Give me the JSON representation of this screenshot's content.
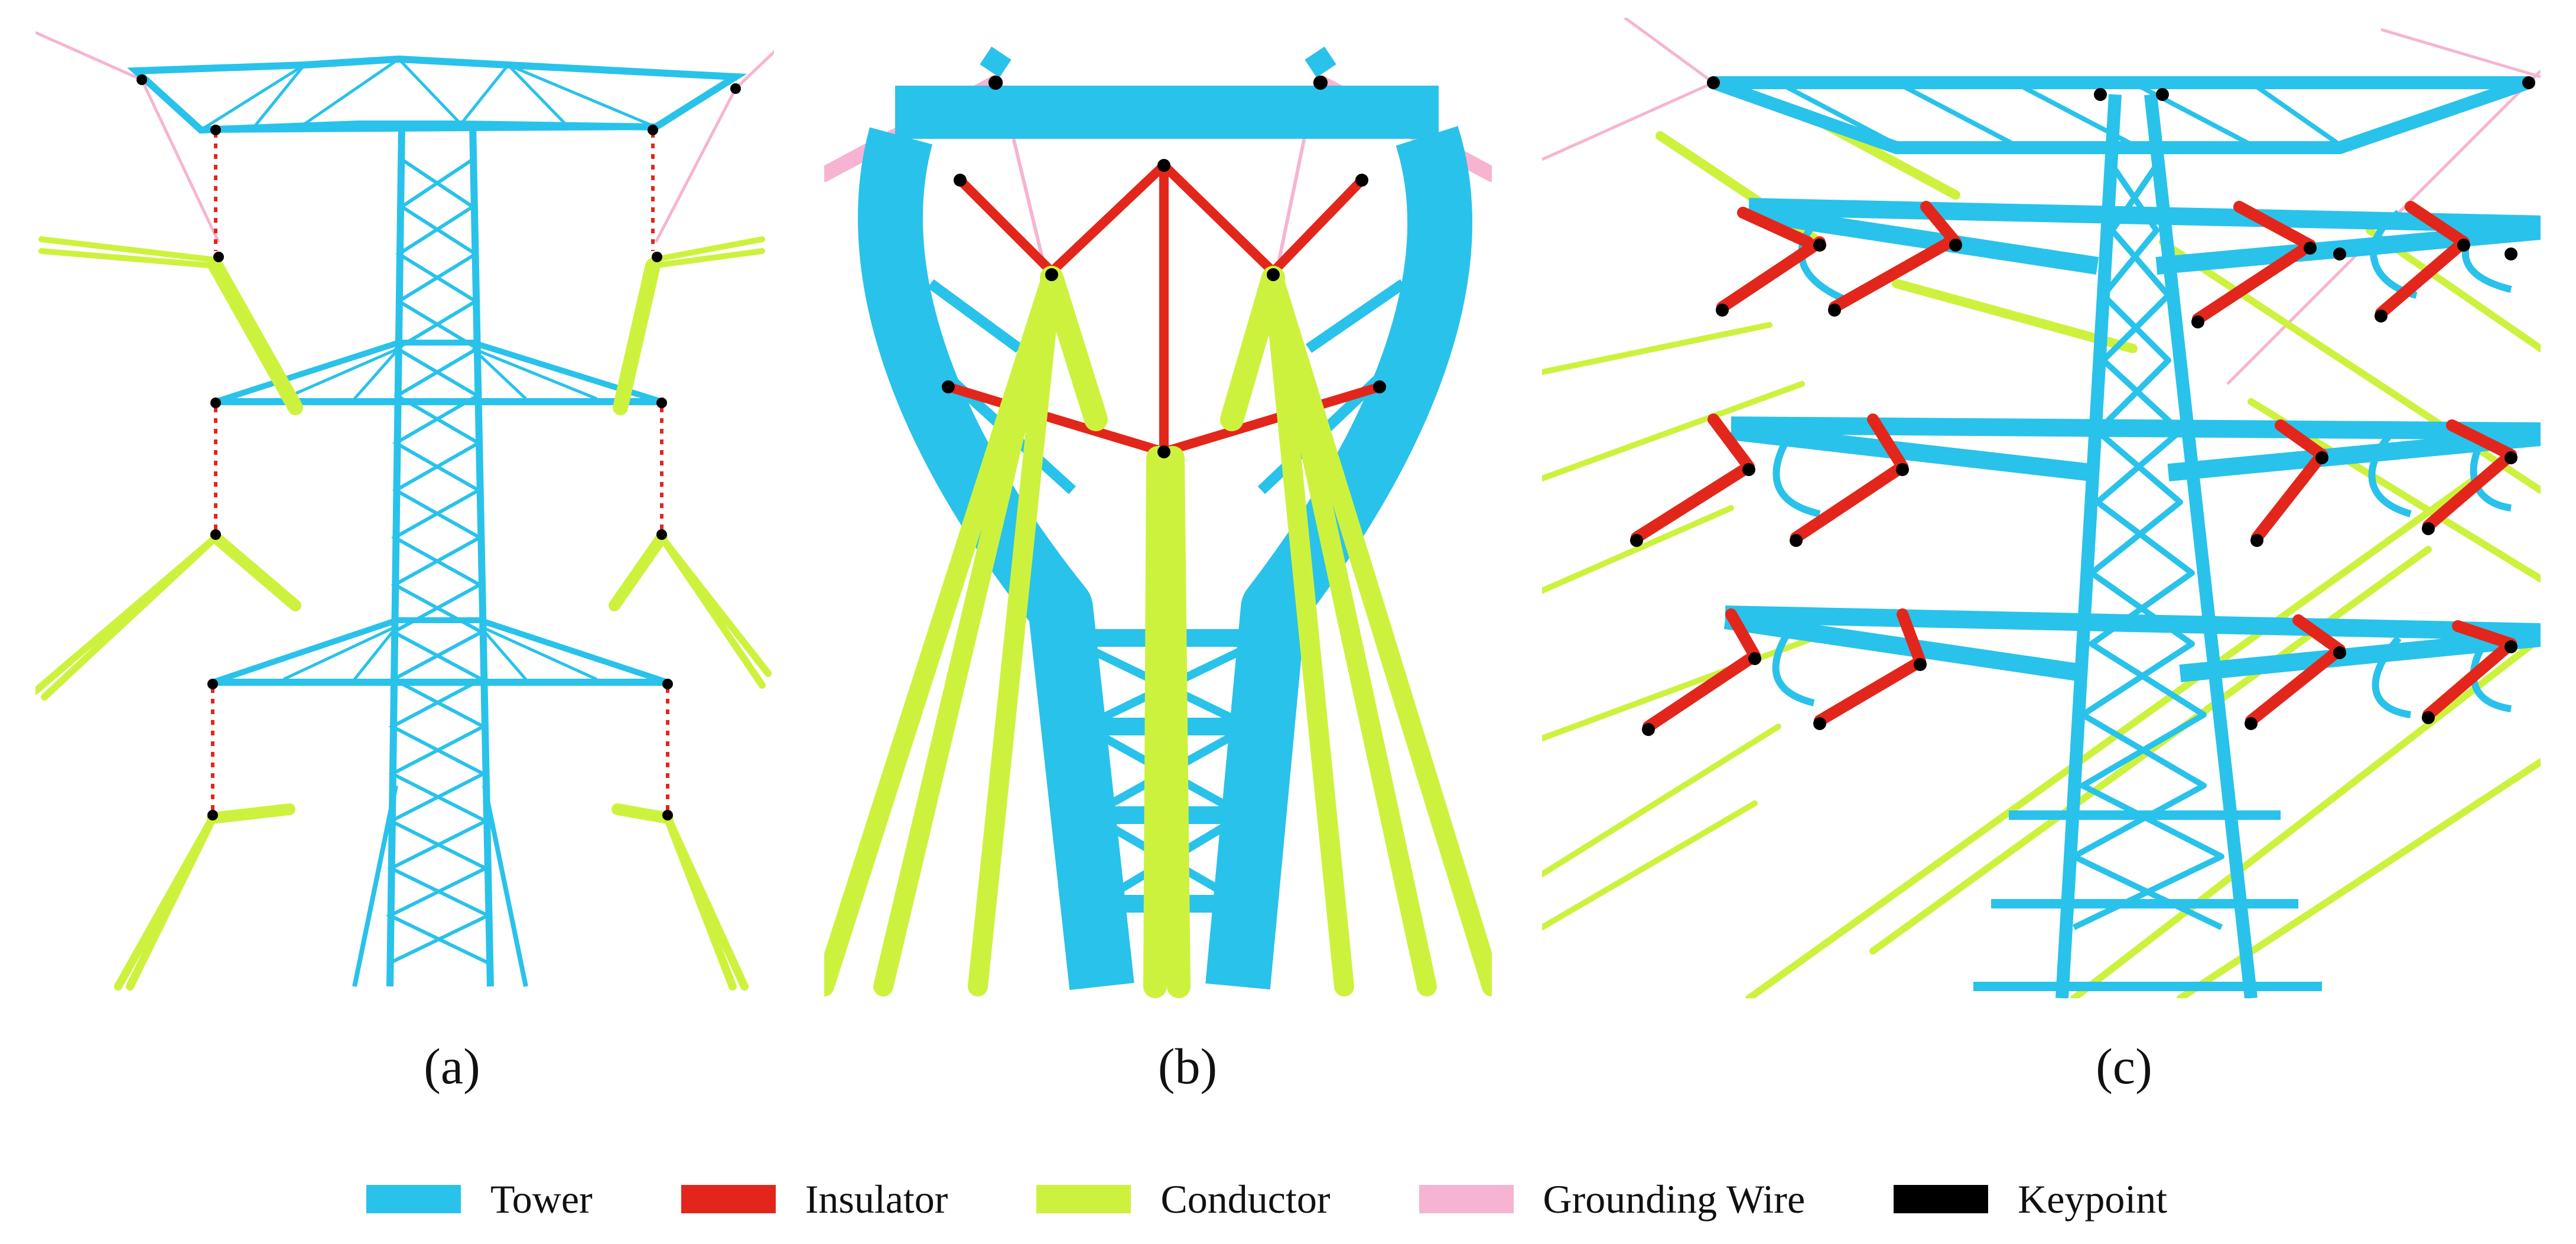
{
  "captions": {
    "a": "(a)",
    "b": "(b)",
    "c": "(c)"
  },
  "legend": [
    {
      "label": "Tower",
      "color": "#29c2ea"
    },
    {
      "label": "Insulator",
      "color": "#e3261b"
    },
    {
      "label": "Conductor",
      "color": "#cdf23e"
    },
    {
      "label": "Grounding Wire",
      "color": "#f6b4d2"
    },
    {
      "label": "Keypoint",
      "color": "#000000"
    }
  ],
  "colors": {
    "tower": "#29c2ea",
    "insulator": "#e3261b",
    "conductor": "#cdf23e",
    "grounding_wire": "#f6b4d2",
    "keypoint": "#000000"
  }
}
